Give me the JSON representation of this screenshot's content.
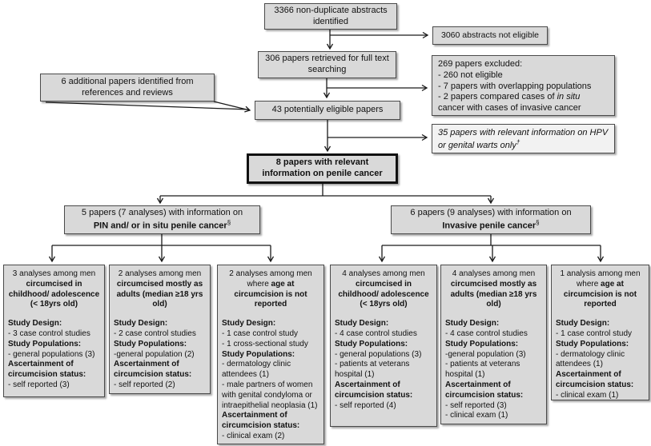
{
  "colors": {
    "box_fill": "#d9d9d9",
    "box_fill_light": "#f2f2f2",
    "box_border": "#4a4a4a",
    "emphasis_border": "#111111",
    "arrow": "#1a1a1a"
  },
  "boxes": {
    "abstracts_identified": {
      "text": "3366  non-duplicate abstracts identified"
    },
    "abstracts_not_eligible": {
      "text": "3060  abstracts not eligible"
    },
    "papers_retrieved": {
      "text": "306  papers retrieved for full text searching"
    },
    "papers_excluded": {
      "title": "269 papers excluded:",
      "items": [
        {
          "pre": "- 260 not eligible",
          "italic": "",
          "post": ""
        },
        {
          "pre": "- 7 papers with overlapping populations",
          "italic": "",
          "post": ""
        },
        {
          "pre": "- 2 papers compared cases of ",
          "italic": "in situ",
          "post": " cancer with cases of invasive cancer"
        }
      ]
    },
    "additional_papers": {
      "text": "6 additional papers identified from references and reviews"
    },
    "potentially_eligible": {
      "text": "43 potentially eligible papers"
    },
    "hpv_only": {
      "text": "35 papers with relevant information on HPV or genital warts only",
      "superscript": "†"
    },
    "penile_cancer": {
      "text": "8 papers with relevant information on penile cancer"
    },
    "pin_insitu": {
      "line1": "5 papers (7 analyses) with information on",
      "line2": "PIN and/ or in situ penile cancer",
      "superscript": "§"
    },
    "invasive": {
      "line1": "6 papers (9 analyses) with information on",
      "line2": "Invasive penile cancer",
      "superscript": "§"
    }
  },
  "bottom_boxes": [
    {
      "header_normal": "3 analyses among men",
      "header_bold": "circumcised in childhood/ adolescence (< 18yrs old)",
      "details": [
        {
          "bold": true,
          "text": "Study Design:"
        },
        {
          "bold": false,
          "text": "-  3 case control studies"
        },
        {
          "bold": true,
          "text": "Study Populations:"
        },
        {
          "bold": false,
          "text": "- general populations (3)"
        },
        {
          "bold": true,
          "text": "Ascertainment of circumcision status:"
        },
        {
          "bold": false,
          "text": "-  self reported (3)"
        }
      ]
    },
    {
      "header_normal": "2 analyses among men",
      "header_bold": "circumcised mostly as adults (median ≥18 yrs old)",
      "details": [
        {
          "bold": true,
          "text": "Study Design:"
        },
        {
          "bold": false,
          "text": "-  2 case control studies"
        },
        {
          "bold": true,
          "text": "Study Populations:"
        },
        {
          "bold": false,
          "text": "-general population (2)"
        },
        {
          "bold": true,
          "text": "Ascertainment of circumcision status:"
        },
        {
          "bold": false,
          "text": "-  self reported (2)"
        }
      ]
    },
    {
      "header_normal": "2 analyses among men where",
      "header_bold": "age at circumcision is not reported",
      "details": [
        {
          "bold": true,
          "text": "Study Design:"
        },
        {
          "bold": false,
          "text": "-  1 case control study"
        },
        {
          "bold": false,
          "text": "-  1 cross-sectional study"
        },
        {
          "bold": true,
          "text": "Study Populations:"
        },
        {
          "bold": false,
          "text": "- dermatology clinic attendees (1)"
        },
        {
          "bold": false,
          "text": "- male partners of women with genital condyloma or intraepithelial neoplasia (1)"
        },
        {
          "bold": true,
          "text": "Ascertainment of circumcision status:"
        },
        {
          "bold": false,
          "text": "- clinical exam (2)"
        }
      ]
    },
    {
      "header_normal": "4 analyses among men",
      "header_bold": "circumcised in childhood/ adolescence (< 18yrs old)",
      "details": [
        {
          "bold": true,
          "text": "Study Design:"
        },
        {
          "bold": false,
          "text": "-  4 case control studies"
        },
        {
          "bold": true,
          "text": "Study Populations:"
        },
        {
          "bold": false,
          "text": "- general populations (3)"
        },
        {
          "bold": false,
          "text": "- patients at veterans hospital (1)"
        },
        {
          "bold": true,
          "text": "Ascertainment of circumcision status:"
        },
        {
          "bold": false,
          "text": "-  self reported (4)"
        }
      ]
    },
    {
      "header_normal": "4 analyses among men",
      "header_bold": "circumcised mostly as adults (median ≥18 yrs old)",
      "details": [
        {
          "bold": true,
          "text": "Study Design:"
        },
        {
          "bold": false,
          "text": "-  4 case control studies"
        },
        {
          "bold": true,
          "text": "Study Populations:"
        },
        {
          "bold": false,
          "text": "-general population (3)"
        },
        {
          "bold": false,
          "text": "- patients at veterans hospital (1)"
        },
        {
          "bold": true,
          "text": "Ascertainment of circumcision status:"
        },
        {
          "bold": false,
          "text": "-  self reported (3)"
        },
        {
          "bold": false,
          "text": "- clinical exam (1)"
        }
      ]
    },
    {
      "header_normal": "1 analysis among men where",
      "header_bold": "age at circumcision is not reported",
      "details": [
        {
          "bold": true,
          "text": "Study Design:"
        },
        {
          "bold": false,
          "text": "-  1 case control study"
        },
        {
          "bold": true,
          "text": "Study Populations:"
        },
        {
          "bold": false,
          "text": "- dermatology clinic attendees (1)"
        },
        {
          "bold": true,
          "text": "Ascertainment of circumcision status:"
        },
        {
          "bold": false,
          "text": "- clinical exam (1)"
        }
      ]
    }
  ]
}
